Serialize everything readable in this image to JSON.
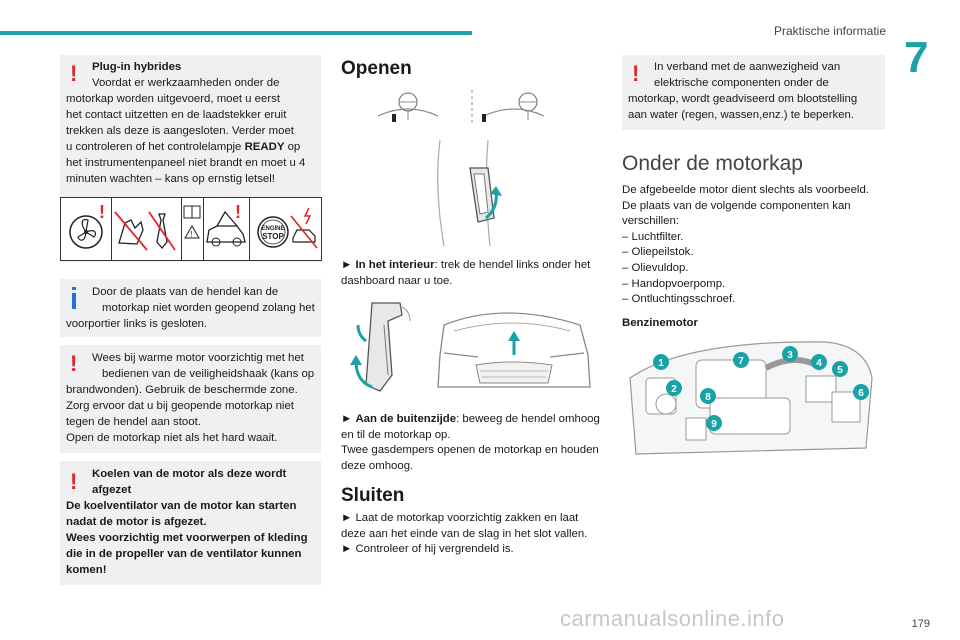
{
  "header": {
    "section": "Praktische informatie",
    "chapter": "7"
  },
  "left": {
    "warn1": {
      "title": "Plug-in hybrides",
      "lines": [
        "Voordat er werkzaamheden onder de",
        "motorkap worden uitgevoerd, moet u eerst",
        "het contact uitzetten en de laadstekker eruit",
        "trekken als deze is aangesloten. Verder moet"
      ],
      "line5_pre": "u controleren of het controlelampje ",
      "line5_bold": "READY",
      "line5_post": " op",
      "lines2": [
        "het instrumentenpaneel niet brandt en moet u 4",
        "minuten wachten – kans op ernstig letsel!"
      ]
    },
    "pictos": {
      "engine_label_1": "ENGINE",
      "engine_label_2": "STOP"
    },
    "info1": {
      "lines": [
        "Door de plaats van de hendel kan de",
        "motorkap niet worden geopend zolang het",
        "voorportier links is gesloten."
      ]
    },
    "warn2": {
      "lines": [
        "Wees bij warme motor voorzichtig met het",
        "bedienen van de veiligheidshaak (kans op",
        "brandwonden). Gebruik de beschermde zone.",
        "Zorg ervoor dat u bij geopende motorkap niet",
        "tegen de hendel aan stoot.",
        "Open de motorkap niet als het hard waait."
      ]
    },
    "warn3": {
      "lines": [
        "Koelen van de motor als deze wordt",
        "afgezet",
        "De koelventilator van de motor kan starten",
        "nadat de motor is afgezet.",
        "Wees voorzichtig met voorwerpen of kleding",
        "die in de propeller van de ventilator kunnen",
        "komen!"
      ]
    }
  },
  "middle": {
    "heading_open": "Openen",
    "step1_arrow": "►",
    "step1_bold": "In het interieur",
    "step1_rest": ": trek de hendel links onder het",
    "step1_line2": "dashboard naar u toe.",
    "step2_arrow": "►",
    "step2_bold": "Aan de buitenzijde",
    "step2_rest": ": beweeg de hendel omhoog",
    "step2_lines": [
      "en til de motorkap op.",
      "Twee gasdempers openen de motorkap en houden",
      "deze omhoog."
    ],
    "heading_close": "Sluiten",
    "close_lines": [
      "►  Laat de motorkap voorzichtig zakken en laat",
      "deze aan het einde van de slag in het slot vallen.",
      "►  Controleer of hij vergrendeld is."
    ]
  },
  "right": {
    "warn4": {
      "lines": [
        "In verband met de aanwezigheid van",
        "elektrische componenten onder de",
        "motorkap, wordt geadviseerd om blootstelling",
        "aan water (regen, wassen,enz.) te beperken."
      ]
    },
    "heading": "Onder de motorkap",
    "intro": [
      "De afgebeelde motor dient slechts als voorbeeld.",
      "De plaats van de volgende componenten kan",
      "verschillen:"
    ],
    "items": [
      "–  Luchtfilter.",
      "–  Oliepeilstok.",
      "–  Olievuldop.",
      "–  Handopvoerpomp.",
      "–  Ontluchtingsschroef."
    ],
    "subheading": "Benzinemotor",
    "callouts": [
      "1",
      "2",
      "3",
      "4",
      "5",
      "6",
      "7",
      "8",
      "9"
    ]
  },
  "footer": {
    "page": "179",
    "watermark": "carmanualsonline.info"
  },
  "colors": {
    "accent": "#1aa3a6",
    "warning": "#e0252d",
    "info": "#2a6fd6",
    "box": "#eef0f2"
  }
}
